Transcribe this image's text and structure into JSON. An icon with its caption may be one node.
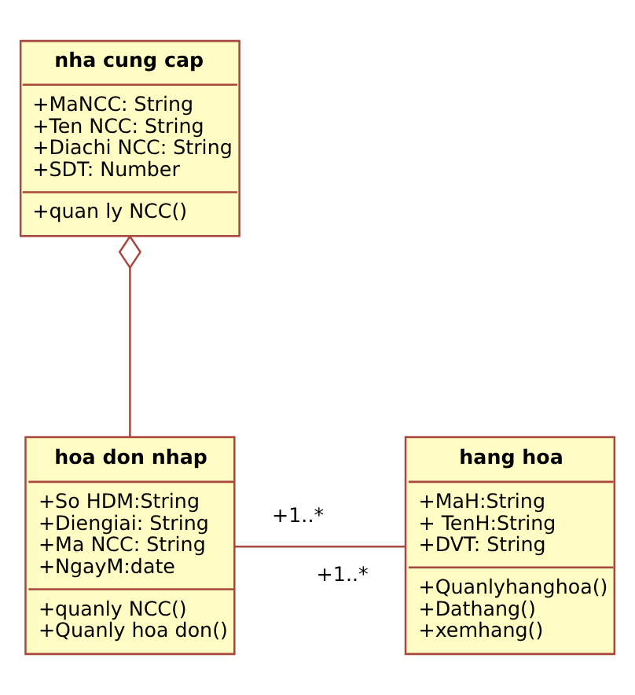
{
  "diagram": {
    "nodes": [
      {
        "text": [
          "nha cung cap",
          "+MaNCC: String +Ten NCC: String +Diachi NCC: String +SDT: Number",
          "+quan ly NCC()"
        ]
      },
      {
        "text": [
          "hoa don nhap",
          "+So HDM:String +Diengiai: String +Ma NCC: String +NgayM:date",
          "+quanly NCC() +Quanly hoa don()"
        ]
      },
      {
        "text": [
          "hang hoa",
          "+MaH:String + TenH:String +DVT: String",
          "+Quanlyhanghoa() +Dathang() +xemhang()"
        ]
      }
    ],
    "edges": [
      {
        "from": 0,
        "to": 1,
        "arrow": "other"
      },
      {
        "from": 1,
        "to": 2,
        "arrow": "none"
      }
    ],
    "labels": [
      "+1..*",
      "+1..*"
    ]
  }
}
